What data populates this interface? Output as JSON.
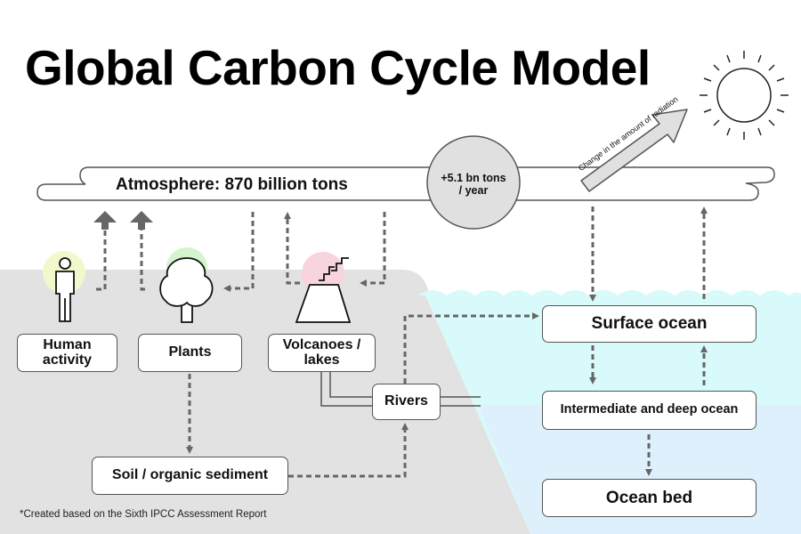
{
  "title": "Global Carbon Cycle Model",
  "atmosphere": {
    "label": "Atmosphere: 870 billion tons",
    "rate_line1": "+5.1 bn tons",
    "rate_line2": "/ year"
  },
  "sun": {
    "icon": "sun-icon",
    "arrow_label": "Change in the amount of radiation"
  },
  "nodes": {
    "human_activity": "Human activity",
    "plants": "Plants",
    "volcanoes_lakes": "Volcanoes / lakes",
    "rivers": "Rivers",
    "soil": "Soil / organic sediment",
    "surface_ocean": "Surface ocean",
    "deep_ocean": "Intermediate and deep ocean",
    "ocean_bed": "Ocean bed"
  },
  "icons": [
    "person-icon",
    "tree-icon",
    "volcano-icon"
  ],
  "footnote": "*Created based on the Sixth IPCC Assessment Report",
  "colors": {
    "land": "#e2e2e2",
    "ocean_surface": "#d9fafa",
    "ocean_deep": "#ddf0fc",
    "human_glow": "#f3f8cc",
    "plant_glow": "#d3f4cd",
    "volcano_glow": "#f8d4dc",
    "arrow": "#666666"
  }
}
